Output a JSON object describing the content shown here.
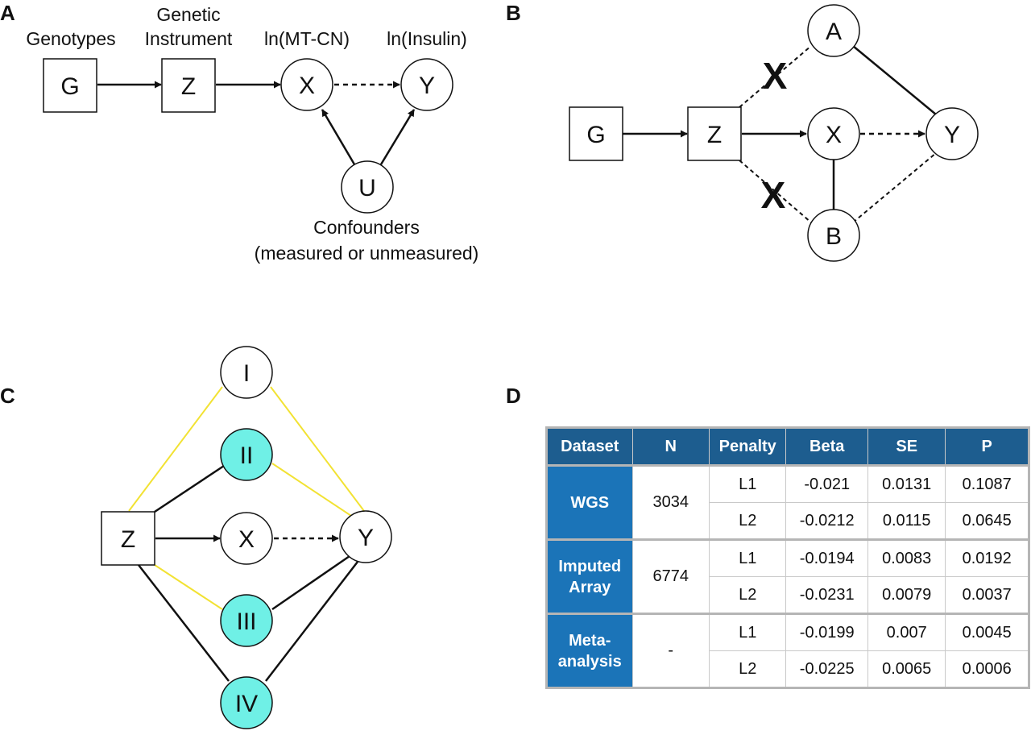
{
  "panels": {
    "a": {
      "label": "A",
      "captions": {
        "genotypes": "Genotypes",
        "instrument_line1": "Genetic",
        "instrument_line2": "Instrument",
        "exposure": "ln(MT-CN)",
        "outcome": "ln(Insulin)",
        "confounders_line1": "Confounders",
        "confounders_line2": "(measured or unmeasured)"
      },
      "nodes": {
        "g": "G",
        "z": "Z",
        "x": "X",
        "y": "Y",
        "u": "U"
      }
    },
    "b": {
      "label": "B",
      "nodes": {
        "g": "G",
        "z": "Z",
        "x": "X",
        "y": "Y",
        "a": "A",
        "b": "B"
      },
      "blocked_mark": "X",
      "mark_color": "#b01e12"
    },
    "c": {
      "label": "C",
      "nodes": {
        "z": "Z",
        "x": "X",
        "y": "Y",
        "i": "I",
        "ii": "II",
        "iii": "III",
        "iv": "IV"
      },
      "highlight_fill": "#6ff0e6",
      "pleiotropy_line_color": "#f2e233"
    },
    "d": {
      "label": "D",
      "table": {
        "headers": [
          "Dataset",
          "N",
          "Penalty",
          "Beta",
          "SE",
          "P"
        ],
        "header_color": "#1d5d8f",
        "dataset_color": "#1b74b8",
        "groups": [
          {
            "dataset_line1": "WGS",
            "dataset_line2": "",
            "n": "3034",
            "rows": [
              {
                "penalty": "L1",
                "beta": "-0.021",
                "se": "0.0131",
                "p": "0.1087"
              },
              {
                "penalty": "L2",
                "beta": "-0.0212",
                "se": "0.0115",
                "p": "0.0645"
              }
            ]
          },
          {
            "dataset_line1": "Imputed",
            "dataset_line2": "Array",
            "n": "6774",
            "rows": [
              {
                "penalty": "L1",
                "beta": "-0.0194",
                "se": "0.0083",
                "p": "0.0192"
              },
              {
                "penalty": "L2",
                "beta": "-0.0231",
                "se": "0.0079",
                "p": "0.0037"
              }
            ]
          },
          {
            "dataset_line1": "Meta-",
            "dataset_line2": "analysis",
            "n": "-",
            "rows": [
              {
                "penalty": "L1",
                "beta": "-0.0199",
                "se": "0.007",
                "p": "0.0045"
              },
              {
                "penalty": "L2",
                "beta": "-0.0225",
                "se": "0.0065",
                "p": "0.0006"
              }
            ]
          }
        ]
      }
    }
  }
}
